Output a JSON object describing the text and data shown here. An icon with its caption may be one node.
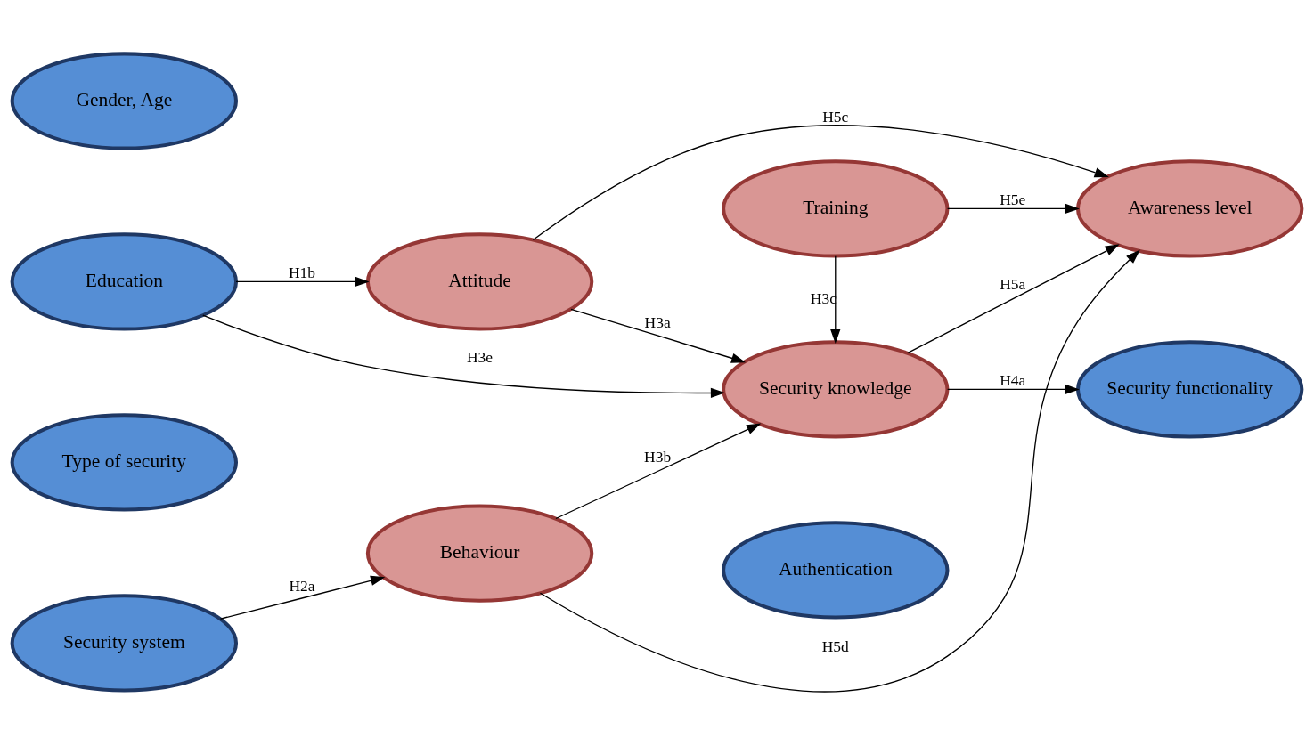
{
  "diagram": {
    "nodes": [
      {
        "text": [
          "Gender, Age"
        ]
      },
      {
        "text": [
          "Training"
        ]
      },
      {
        "text": [
          "Attitude"
        ]
      },
      {
        "text": [
          "Education"
        ]
      },
      {
        "text": [
          "Security knowledge"
        ]
      },
      {
        "text": [
          "Awareness level"
        ]
      },
      {
        "text": [
          "Behaviour"
        ]
      },
      {
        "text": [
          "Type of security"
        ]
      },
      {
        "text": [
          "Security functionality"
        ]
      },
      {
        "text": [
          "Security system"
        ]
      },
      {
        "text": [
          "Authentication"
        ]
      }
    ],
    "edges": [
      {
        "from": 3,
        "to": 2,
        "arrow": "to",
        "label": "H1b"
      },
      {
        "from": 3,
        "to": 4,
        "arrow": "to",
        "label": "H3e"
      },
      {
        "from": 2,
        "to": 4,
        "arrow": "to",
        "label": "H3a"
      },
      {
        "from": 6,
        "to": 4,
        "arrow": "to",
        "label": "H3b"
      },
      {
        "from": 1,
        "to": 4,
        "arrow": "to",
        "label": "H3c"
      },
      {
        "from": 2,
        "to": 5,
        "arrow": "to",
        "label": "H5c"
      },
      {
        "from": 1,
        "to": 5,
        "arrow": "to",
        "label": "H5e"
      },
      {
        "from": 4,
        "to": 5,
        "arrow": "to",
        "label": "H5a"
      },
      {
        "from": 6,
        "to": 5,
        "arrow": "to",
        "label": "H5d"
      },
      {
        "from": 4,
        "to": 8,
        "arrow": "to",
        "label": "H4a"
      },
      {
        "from": 9,
        "to": 6,
        "arrow": "to",
        "label": "H2a"
      }
    ]
  }
}
